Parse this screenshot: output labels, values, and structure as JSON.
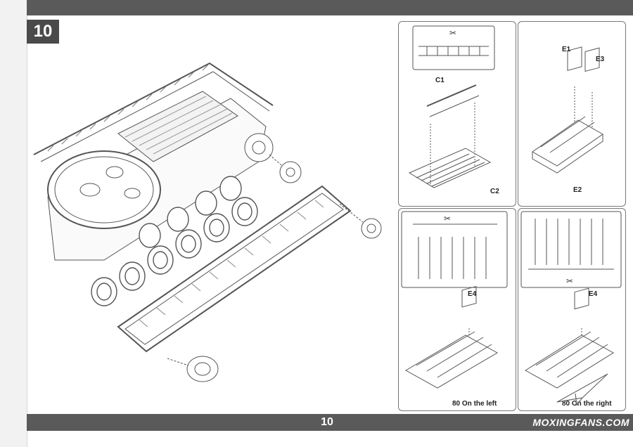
{
  "page": {
    "step_number": "10",
    "page_number": "10",
    "watermark": "MOXINGFANS.COM"
  },
  "panels": {
    "c_parts": {
      "label_top": "C1",
      "label_bottom": "C2"
    },
    "e_parts": {
      "label_e1": "E1",
      "label_e3": "E3",
      "label_e2": "E2"
    },
    "left_track": {
      "label": "E4",
      "caption": "80 On the left"
    },
    "right_track": {
      "label": "E4",
      "caption": "80 On the right"
    }
  },
  "colors": {
    "bar": "#5a5a5a",
    "line": "#555555"
  },
  "icons": [
    "cutter-icon",
    "cutter-icon",
    "cutter-icon",
    "cutter-icon",
    "paper-plane-logo-icon"
  ]
}
